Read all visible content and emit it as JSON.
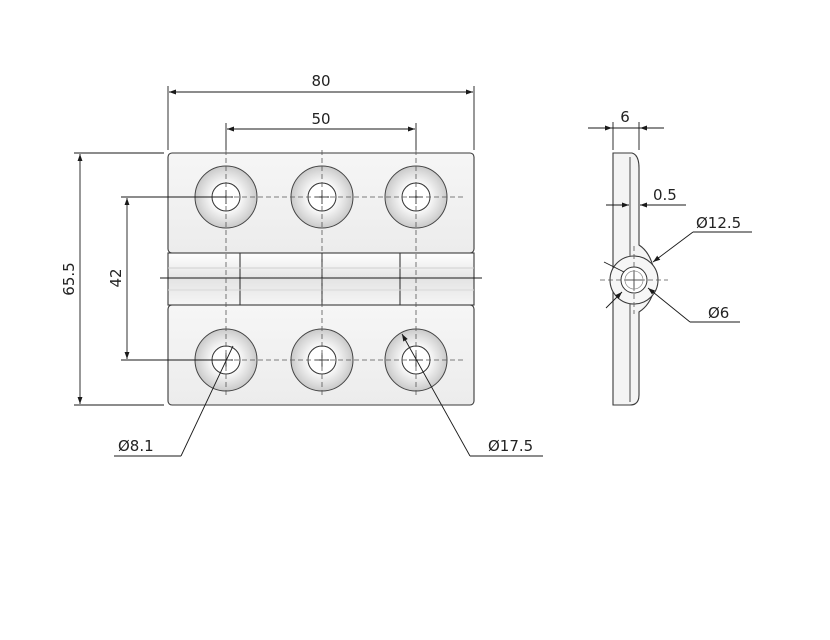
{
  "front_view": {
    "width_label": "80",
    "hole_pitch_label": "50",
    "height_label": "65.5",
    "hole_vertical_pitch_label": "42",
    "hole_diameter_label": "Ø8.1",
    "countersink_diameter_label": "Ø17.5"
  },
  "side_view": {
    "thickness_label": "6",
    "gap_label": "0.5",
    "knuckle_diameter_label": "Ø12.5",
    "pin_diameter_label": "Ø6"
  },
  "colors": {
    "line": "#1a1a1a",
    "plate_fill": "#f3f3f3",
    "plate_stroke": "#3a3a3a",
    "shade": "#e2e2e2"
  }
}
